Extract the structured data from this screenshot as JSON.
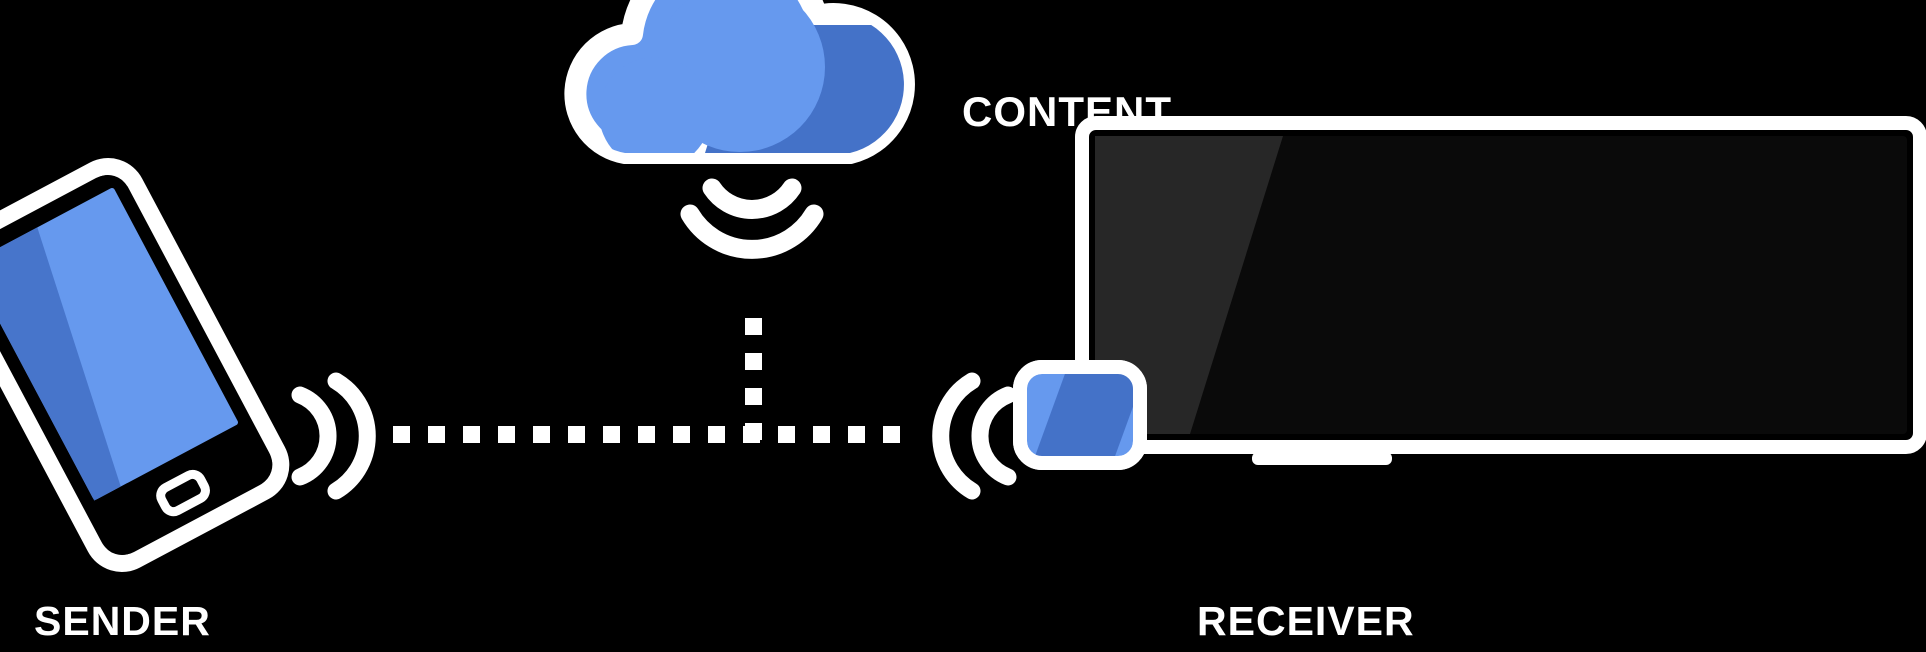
{
  "diagram": {
    "title_absent": true,
    "background_color": "#000000",
    "labels": {
      "sender": "SENDER",
      "receiver": "RECEIVER",
      "content": "CONTENT"
    },
    "colors": {
      "background": "#000000",
      "outline": "#ffffff",
      "blue_light": "#6699ee",
      "blue_mid": "#5b8fe8",
      "blue_dark": "#4472c8",
      "screen_dark": "#0a0a0a",
      "screen_highlight": "#272727",
      "label_text": "#ffffff"
    },
    "nodes": [
      {
        "id": "sender-phone",
        "icon": "smartphone-icon",
        "label": "SENDER",
        "role": "sender",
        "rotation_deg": -28
      },
      {
        "id": "cloud",
        "icon": "cloud-icon",
        "label": "CONTENT",
        "role": "content-source"
      },
      {
        "id": "receiver-tv",
        "icon": "television-icon",
        "label": "RECEIVER",
        "role": "receiver"
      },
      {
        "id": "receiver-tablet",
        "icon": "tablet-icon",
        "label": "RECEIVER",
        "role": "receiver"
      }
    ],
    "signals": [
      {
        "id": "sender-wifi",
        "icon": "wifi-waves-icon",
        "direction": "right",
        "arcs": 2
      },
      {
        "id": "cloud-wifi",
        "icon": "wifi-waves-icon",
        "direction": "down",
        "arcs": 2
      },
      {
        "id": "receiver-wifi",
        "icon": "wifi-waves-icon",
        "direction": "left",
        "arcs": 2
      }
    ],
    "connections": [
      {
        "id": "horizontal-link",
        "style": "dotted",
        "from": "sender-phone",
        "to": "receiver-tablet",
        "dot_size": 17,
        "dot_gap": 18
      },
      {
        "id": "vertical-link",
        "style": "dotted",
        "from": "cloud",
        "to": "horizontal-link",
        "dot_size": 17,
        "dot_gap": 18
      }
    ]
  }
}
